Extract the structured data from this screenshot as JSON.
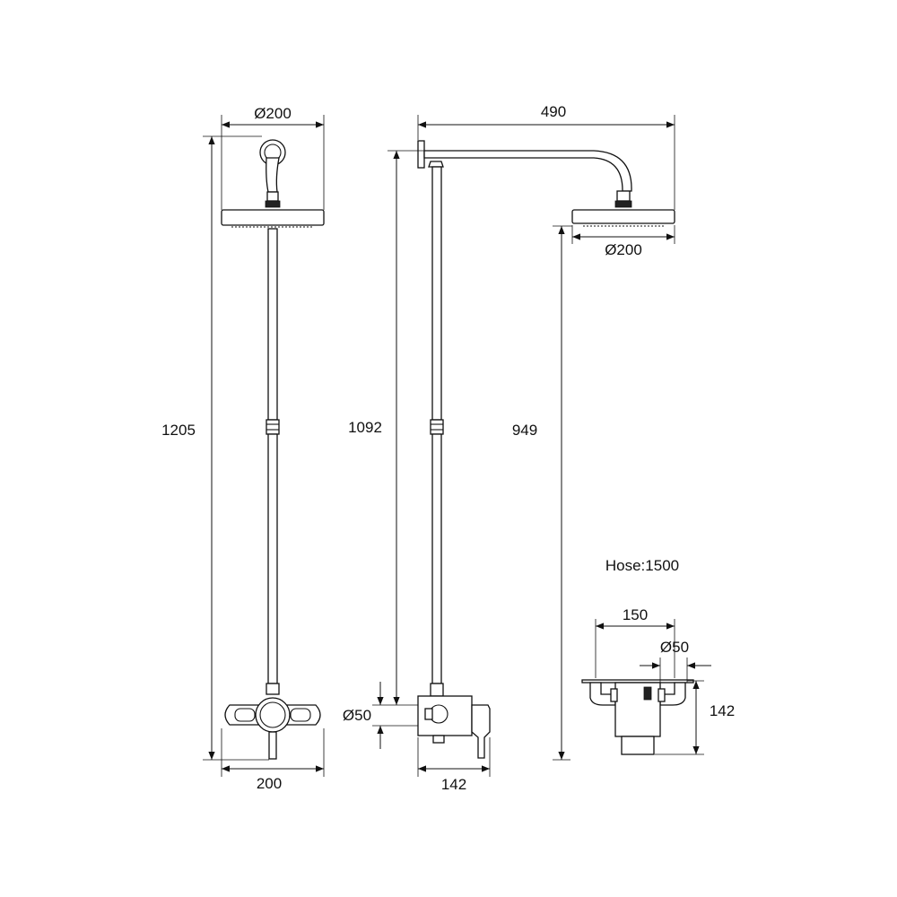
{
  "dimensions": {
    "front_head_diameter": "Ø200",
    "front_total_height": "1205",
    "front_mixer_width": "200",
    "side_arm_projection": "490",
    "side_rail_height": "1092",
    "side_head_diameter": "Ø200",
    "side_head_height": "949",
    "side_mixer_diameter": "Ø50",
    "side_mixer_depth": "142",
    "hose_length": "Hose:1500",
    "top_mixer_centres": "150",
    "top_mixer_diameter": "Ø50",
    "top_mixer_depth": "142"
  }
}
